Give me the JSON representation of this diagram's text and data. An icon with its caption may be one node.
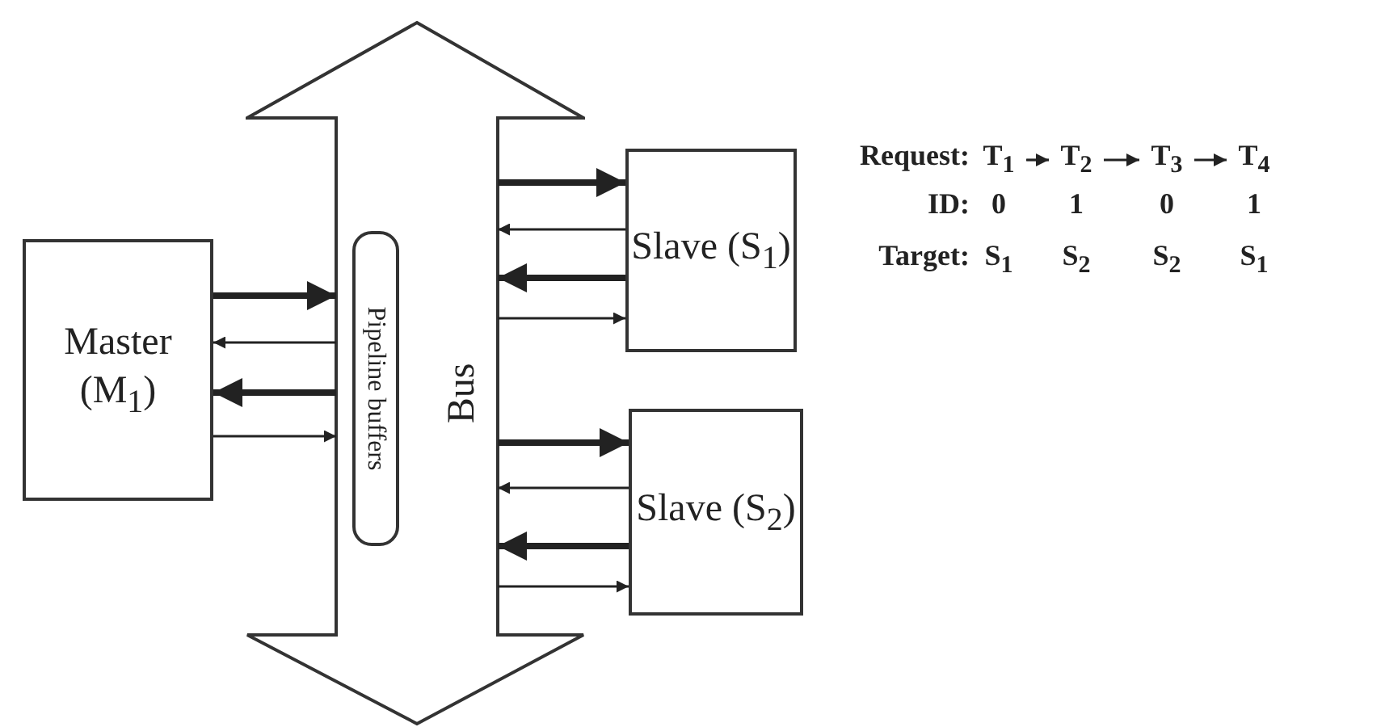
{
  "diagram": {
    "nodes": [
      {
        "text": [
          "Master (M$_{1}$)"
        ]
      },
      {
        "text": [
          "Bus"
        ]
      },
      {
        "text": [
          "Pipeline buffers"
        ],
        "in": 1
      },
      {
        "text": [
          "Slave (S$_{1}$)"
        ]
      },
      {
        "text": [
          "Slave (S$_{2}$)"
        ]
      },
      {
        "text": [
          "T$_{1}$"
        ]
      },
      {
        "text": [
          "T$_{2}$"
        ]
      },
      {
        "text": [
          "T$_{3}$"
        ]
      },
      {
        "text": [
          "T$_{4}$"
        ]
      }
    ],
    "edges": [
      {
        "from": 0,
        "to": 1,
        "arrow": "to",
        "style": "thick"
      },
      {
        "from": 1,
        "to": 0,
        "arrow": "to"
      },
      {
        "from": 1,
        "to": 0,
        "arrow": "to",
        "style": "thick"
      },
      {
        "from": 0,
        "to": 1,
        "arrow": "to"
      },
      {
        "from": 1,
        "to": 3,
        "arrow": "to",
        "style": "thick"
      },
      {
        "from": 3,
        "to": 1,
        "arrow": "to"
      },
      {
        "from": 3,
        "to": 1,
        "arrow": "to",
        "style": "thick"
      },
      {
        "from": 1,
        "to": 3,
        "arrow": "to"
      },
      {
        "from": 1,
        "to": 4,
        "arrow": "to",
        "style": "thick"
      },
      {
        "from": 4,
        "to": 1,
        "arrow": "to"
      },
      {
        "from": 4,
        "to": 1,
        "arrow": "to",
        "style": "thick"
      },
      {
        "from": 1,
        "to": 4,
        "arrow": "to"
      },
      {
        "from": 5,
        "to": 6,
        "arrow": "to"
      },
      {
        "from": 6,
        "to": 7,
        "arrow": "to"
      },
      {
        "from": 7,
        "to": 8,
        "arrow": "to"
      }
    ],
    "labels": [
      "Request:",
      "ID:",
      "0",
      "1",
      "0",
      "1",
      "Target:",
      "S$_{1}$",
      "S$_{2}$",
      "S$_{2}$",
      "S$_{1}$"
    ]
  }
}
